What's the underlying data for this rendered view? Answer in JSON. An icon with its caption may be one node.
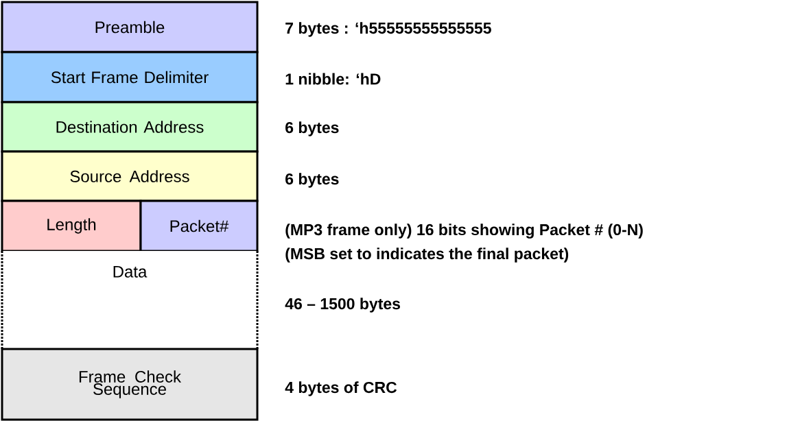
{
  "diagram": {
    "nodes": [
      {
        "text": [
          "Preamble"
        ],
        "beside": [
          "7 bytes : ‘h55555555555555"
        ]
      },
      {
        "text": [
          "Start Frame Delimiter"
        ],
        "beside": [
          "1 nibble: ‘hD"
        ]
      },
      {
        "text": [
          "Destination Address"
        ],
        "beside": [
          "6 bytes"
        ]
      },
      {
        "text": [
          "Source Address"
        ],
        "beside": [
          "6 bytes"
        ]
      },
      {
        "text": [
          "Length"
        ]
      },
      {
        "text": [
          "Packet#"
        ],
        "beside": [
          "(MP3 frame only) 16 bits showing Packet # (0-N)",
          "(MSB set to indicates the final packet)"
        ]
      },
      {
        "text": [
          "Data"
        ],
        "beside": [
          "46 – 1500 bytes"
        ]
      },
      {
        "text": [
          "Frame Check Sequence"
        ],
        "beside": [
          "4 bytes of CRC"
        ]
      }
    ]
  }
}
